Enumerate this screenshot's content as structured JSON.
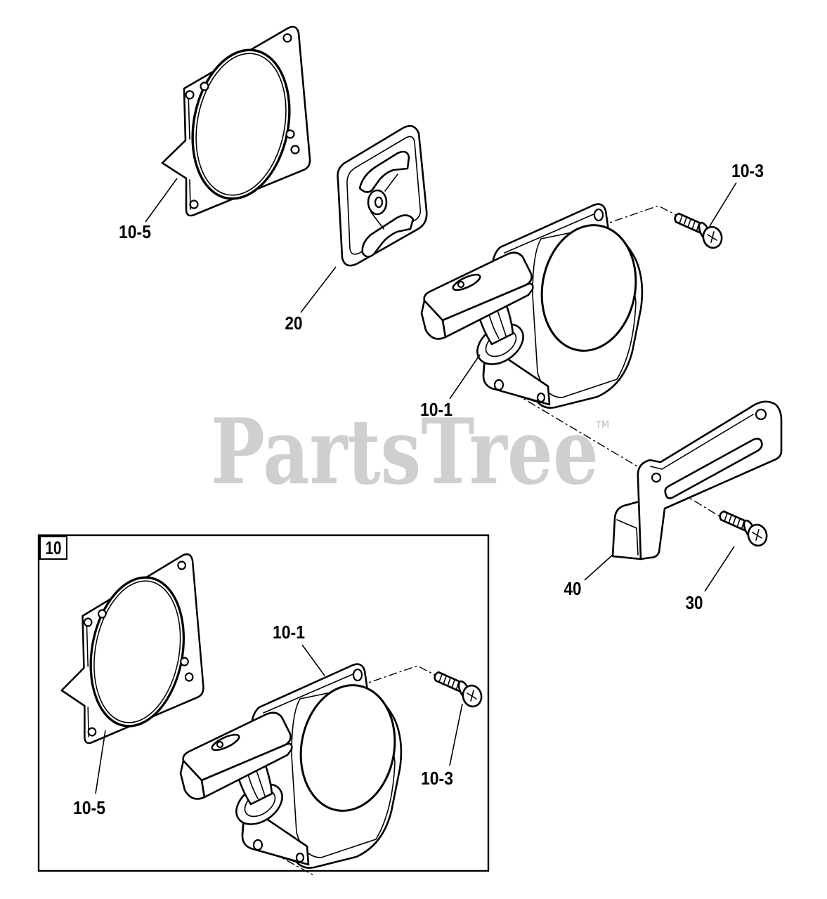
{
  "diagram": {
    "inset_label": "10",
    "callouts": {
      "gasket_top": "10-5",
      "clutch": "20",
      "screw_top": "10-3",
      "starter_top": "10-1",
      "bracket": "40",
      "screw_bracket": "30",
      "starter_inset": "10-1",
      "screw_inset": "10-3",
      "gasket_inset": "10-5"
    }
  },
  "watermark": {
    "text": "PartsTree",
    "trademark": "TM"
  },
  "colors": {
    "line": "#000000",
    "background": "#ffffff",
    "watermark": "#cfcfcf"
  }
}
